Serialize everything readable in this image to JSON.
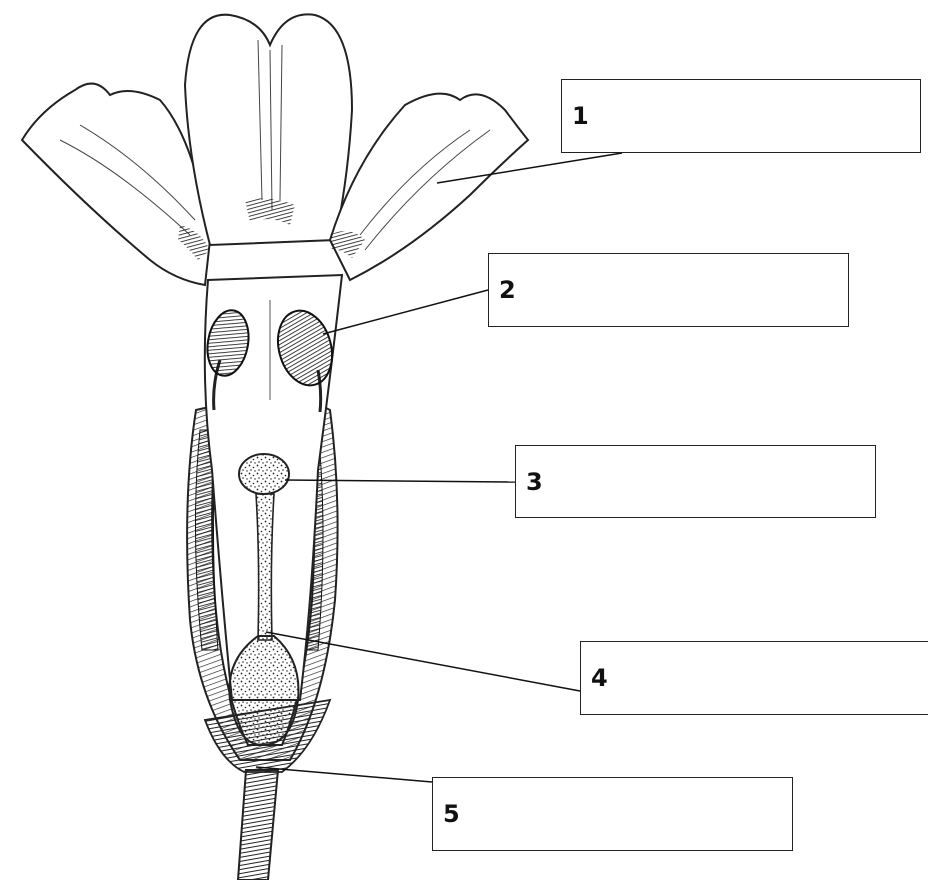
{
  "labels": [
    {
      "number": "1",
      "answer": ""
    },
    {
      "number": "2",
      "answer": ""
    },
    {
      "number": "3",
      "answer": ""
    },
    {
      "number": "4",
      "answer": ""
    },
    {
      "number": "5",
      "answer": ""
    }
  ],
  "colors": {
    "ink": "#222222",
    "petal_fill": "#ffffff",
    "outline_halo": "#d8d8d8"
  }
}
